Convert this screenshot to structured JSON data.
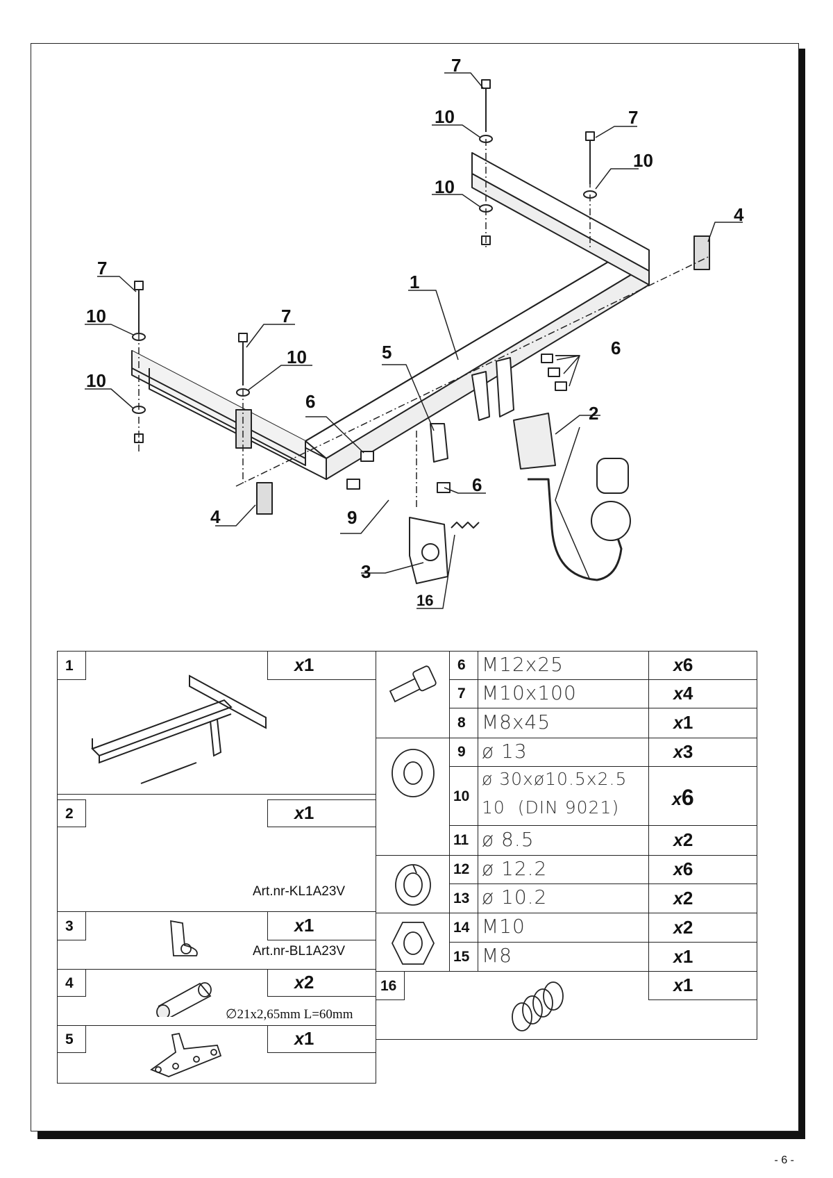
{
  "diagram": {
    "callouts": [
      "7",
      "10",
      "7",
      "10",
      "10",
      "4",
      "1",
      "7",
      "10",
      "7",
      "10",
      "10",
      "5",
      "6",
      "6",
      "2",
      "6",
      "4",
      "9",
      "3",
      "16"
    ]
  },
  "parts": {
    "p1": {
      "num": "1",
      "qty_prefix": "x",
      "qty": "1"
    },
    "p2": {
      "num": "2",
      "qty_prefix": "x",
      "qty": "1",
      "art": "Art.nr-KL1A23V"
    },
    "p3": {
      "num": "3",
      "qty_prefix": "x",
      "qty": "1",
      "art": "Art.nr-BL1A23V"
    },
    "p4": {
      "num": "4",
      "qty_prefix": "x",
      "qty": "2",
      "spec": "∅21x2,65mm L=60mm"
    },
    "p5": {
      "num": "5",
      "qty_prefix": "x",
      "qty": "1"
    },
    "hw": [
      {
        "num": "6",
        "spec": "M12x25",
        "qty_prefix": "x",
        "qty": "6"
      },
      {
        "num": "7",
        "spec": "M10x100",
        "qty_prefix": "x",
        "qty": "4"
      },
      {
        "num": "8",
        "spec": "M8x45",
        "qty_prefix": "x",
        "qty": "1"
      },
      {
        "num": "9",
        "spec": "ø 13",
        "qty_prefix": "x",
        "qty": "3"
      },
      {
        "num": "10",
        "spec": "ø 30xø10.5x2.5",
        "spec2": "10  (DIN 9021)",
        "qty_prefix": "x",
        "qty": "6"
      },
      {
        "num": "11",
        "spec": "ø 8.5",
        "qty_prefix": "x",
        "qty": "2"
      },
      {
        "num": "12",
        "spec": "ø 12.2",
        "qty_prefix": "x",
        "qty": "6"
      },
      {
        "num": "13",
        "spec": "ø 10.2",
        "qty_prefix": "x",
        "qty": "2"
      },
      {
        "num": "14",
        "spec": "M10",
        "qty_prefix": "x",
        "qty": "2"
      },
      {
        "num": "15",
        "spec": "M8",
        "qty_prefix": "x",
        "qty": "1"
      }
    ],
    "p16": {
      "num": "16",
      "qty_prefix": "x",
      "qty": "1"
    }
  },
  "page_number": "- 6 -"
}
